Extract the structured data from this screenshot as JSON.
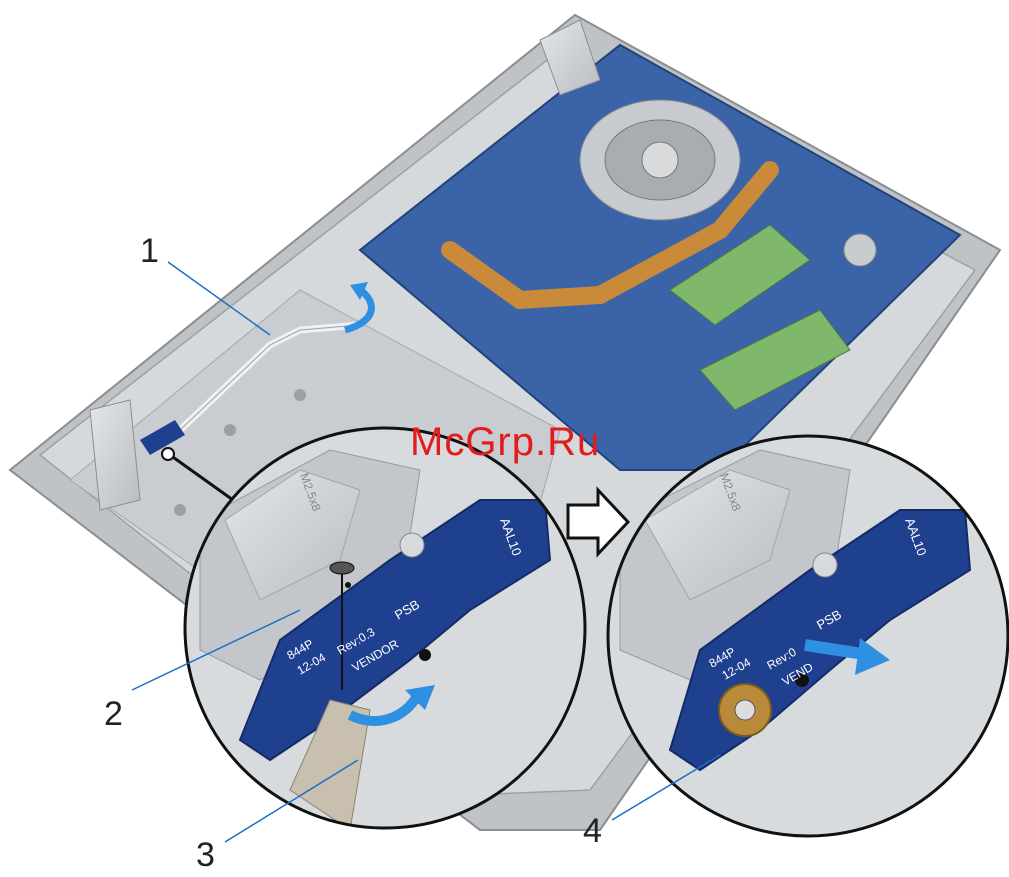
{
  "callouts": {
    "c1": "1",
    "c2": "2",
    "c3": "3",
    "c4": "4"
  },
  "watermark": "McGrp.Ru",
  "board_labels": {
    "left": {
      "aal": "AAL10",
      "psb": "PSB",
      "rev": "Rev:0.3",
      "vendor": "VENDOR",
      "code": "12-04",
      "part": "844P"
    },
    "right": {
      "aal": "AAL10",
      "psb": "PSB",
      "rev": "Rev:0",
      "vendor": "VEND",
      "code": "12-04",
      "part": "844P"
    }
  },
  "case_marks": {
    "left": "M2.5x8",
    "right": "M2.5x8"
  },
  "colors": {
    "board": "#1f3f8f",
    "arrow": "#2f8fe0",
    "motherboard": "#3a63a8",
    "heatpipe": "#c98a3a",
    "ram": "#7fb86a",
    "chassis": "#c9cdd0",
    "line": "#1a6fc4"
  }
}
